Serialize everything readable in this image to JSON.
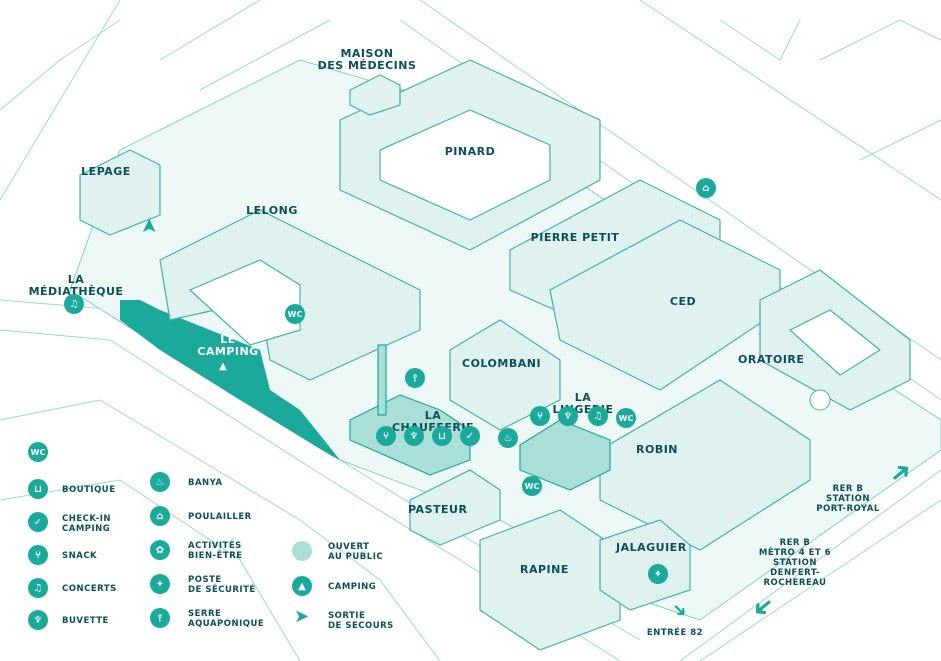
{
  "colors": {
    "accent": "#1aa99a",
    "line": "#5cc4b8",
    "fill": "#dff2ef",
    "text": "#0b4f58"
  },
  "buildings": {
    "maison": "MAISON\nDES MÉDECINS",
    "pinard": "PINARD",
    "lepage": "LEPAGE",
    "lelong": "LELONG",
    "pierre_petit": "PIERRE PETIT",
    "ced": "CED",
    "mediatheque": "LA MÉDIATHÈQUE",
    "camping": "LE CAMPING",
    "colombani": "COLOMBANI",
    "oratoire": "ORATOIRE",
    "chaufferie": "LA CHAUFFERIE",
    "lingerie": "LA LINGERIE",
    "robin": "ROBIN",
    "pasteur": "PASTEUR",
    "rapine": "RAPINE",
    "jalaguier": "JALAGUIER"
  },
  "transit": {
    "rer_port_royal": "RER B\nSTATION\nPORT-ROYAL",
    "rer_denfert": "RER B\nMÉTRO 4 ET 6\nSTATION\nDENFERT-ROCHEREAU",
    "entree": "ENTRÉE 82"
  },
  "pins": {
    "wc": "WC"
  },
  "legend": {
    "wc": "WC",
    "boutique": "BOUTIQUE",
    "checkin": "CHECK-IN\nCAMPING",
    "snack": "SNACK",
    "concerts": "CONCERTS",
    "buvette": "BUVETTE",
    "banya": "BANYA",
    "poulailler": "POULAILLER",
    "activites": "ACTIVITÉS\nBIEN-ÊTRE",
    "poste": "POSTE\nDE SÉCURITÉ",
    "serre": "SERRE\nAQUAPONIQUE",
    "ouvert": "OUVERT\nAU PUBLIC",
    "camping": "CAMPING",
    "sortie": "SORTIE\nDE SECOURS"
  }
}
